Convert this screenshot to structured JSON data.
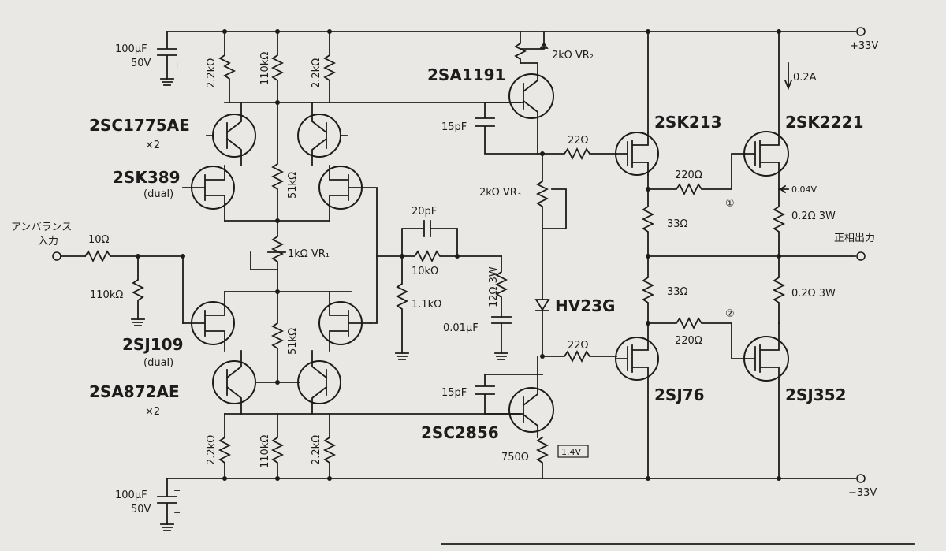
{
  "rails": {
    "positive": "+33V",
    "negative": "−33V"
  },
  "output_label": "正相出力",
  "input_label_1": "アンバランス",
  "input_label_2": "入力",
  "current_top": "0.2A",
  "current_mid": "0.04V",
  "voltage_emitter": "1.4V",
  "parts": {
    "q_front_npn": "2SC1775AE",
    "q_front_npn_mult": "×2",
    "q_jfet_n": "2SK389",
    "q_jfet_n_note": "(dual)",
    "q_jfet_p": "2SJ109",
    "q_jfet_p_note": "(dual)",
    "q_front_pnp": "2SA872AE",
    "q_front_pnp_mult": "×2",
    "q_vas_top": "2SA1191",
    "q_vas_bot": "2SC2856",
    "q_drv_n": "2SK213",
    "q_drv_p": "2SJ76",
    "q_out_n": "2SK2221",
    "q_out_p": "2SJ352",
    "diode": "HV23G"
  },
  "values": {
    "cap_top_1": "100μF",
    "cap_top_2": "50V",
    "cap_bot_1": "100μF",
    "cap_bot_2": "50V",
    "r_in": "10Ω",
    "r_in_shunt": "110kΩ",
    "r_top_1": "2.2kΩ",
    "r_top_2": "110kΩ",
    "r_top_3": "2.2kΩ",
    "r_mid_top": "51kΩ",
    "r_mid_bot": "51kΩ",
    "vr1": "1kΩ VR₁",
    "r_bot_1": "2.2kΩ",
    "r_bot_2": "110kΩ",
    "r_bot_3": "2.2kΩ",
    "c_fb": "20pF",
    "r_fb": "10kΩ",
    "r_fb_gnd": "1.1kΩ",
    "r_zobel": "12Ω 3W",
    "c_zobel": "0.01μF",
    "c_comp_top": "15pF",
    "c_comp_bot": "15pF",
    "vr2": "2kΩ VR₂",
    "vr3": "2kΩ VR₃",
    "r_gate_top": "22Ω",
    "r_gate_bot": "22Ω",
    "r_gate_out_top": "220Ω",
    "r_gate_out_bot": "220Ω",
    "r_33_top": "33Ω",
    "r_33_bot": "33Ω",
    "r_src_top": "0.2Ω 3W",
    "r_src_bot": "0.2Ω 3W",
    "r_750": "750Ω",
    "mark_1": "①",
    "mark_2": "②"
  }
}
